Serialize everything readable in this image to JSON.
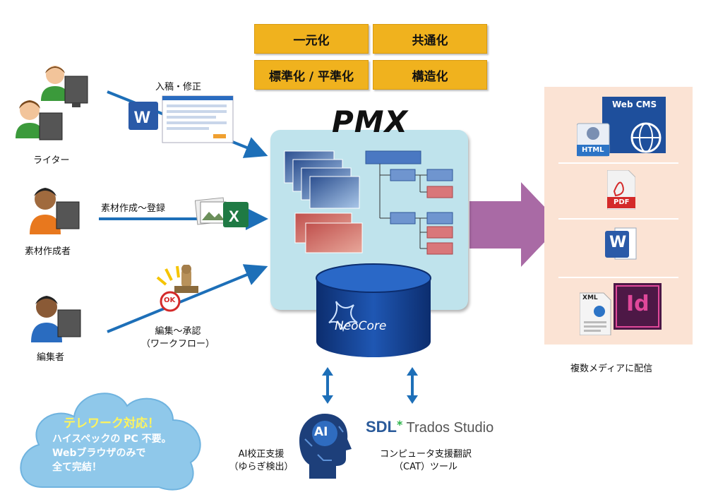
{
  "concepts": {
    "tag1": "一元化",
    "tag2": "共通化",
    "tag3": "標準化 / 平準化",
    "tag4": "構造化"
  },
  "center": {
    "title": "PMX",
    "database": "NeoCore"
  },
  "roles": {
    "writer": "ライター",
    "material_creator": "素材作成者",
    "editor": "編集者"
  },
  "flows": {
    "submission": "入稿・修正",
    "material_registration": "素材作成～登録",
    "editing_approval_line1": "編集～承認",
    "editing_approval_line2": "（ワークフロー）",
    "ok_stamp": "OK"
  },
  "output": {
    "caption": "複数メディアに配信",
    "web_cms": "Web CMS",
    "html": "HTML",
    "pdf": "PDF",
    "word": "W",
    "xml": "XML",
    "indesign": "Id"
  },
  "integrations": {
    "ai_badge": "AI",
    "ai_line1": "AI校正支援",
    "ai_line2": "（ゆらぎ検出）",
    "sdl_brand": "SDL",
    "sdl_product": "Trados Studio",
    "cat_line1": "コンピュータ支援翻訳",
    "cat_line2": "（CAT）ツール"
  },
  "cloud": {
    "headline": "テレワーク対応！",
    "line1": "ハイスペックの PC 不要。",
    "line2": "Webブラウザのみで",
    "line3": "全て完結！"
  },
  "colors": {
    "accent_orange": "#f0b21e",
    "flow_blue": "#1d6fb8",
    "output_arrow": "#a05a9b",
    "pmx_panel": "#bfe3ec",
    "media_panel": "#fbe3d4",
    "db_blue": "#123a8a",
    "cloud_blue": "#8fc8ea"
  }
}
